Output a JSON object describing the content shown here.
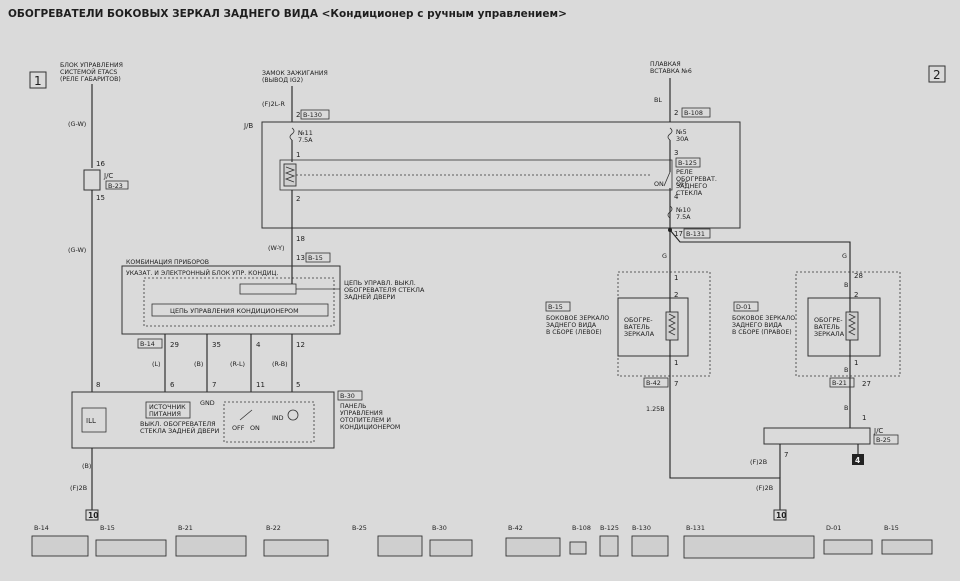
{
  "title": "ОБОГРЕВАТЕЛИ БОКОВЫХ ЗЕРКАЛ ЗАДНЕГО ВИДА <Кондиционер с ручным управлением>",
  "page_markers": [
    "1",
    "2"
  ],
  "sources": {
    "etacs_line1": "БЛОК УПРАВЛЕНИЯ",
    "etacs_line2": "СИСТЕМОЙ ETACS",
    "etacs_line3": "(РЕЛЕ ГАБАРИТОВ)",
    "ign_line1": "ЗАМОК ЗАЖИГАНИЯ",
    "ign_line2": "(ВЫВОД IG2)",
    "fuse_line1": "ПЛАВКАЯ",
    "fuse_line2": "ВСТАВКА №6"
  },
  "wires": {
    "gw": "(G-W)",
    "gw2": "(G-W)",
    "f2lr": "(F)2L-R",
    "wy": "(W-Y)",
    "bl": "BL",
    "g1": "G",
    "g2": "G",
    "b1": "B",
    "b2": "B",
    "b3": "B",
    "b4": "(B)",
    "l": "(L)",
    "bb": "(B)",
    "rl": "(R-L)",
    "rb": "(R-B)",
    "w125": "1.25B",
    "f2b1": "(F)2B",
    "f2b2": "(F)2B",
    "f2b3": "(F)2B"
  },
  "connectors": {
    "b23": "B-23",
    "b130": "B-130",
    "b108": "B-108",
    "b125": "B-125",
    "b131": "B-131",
    "b15a": "B-15",
    "b14": "B-14",
    "b15b": "B-15",
    "d01": "D-01",
    "b42": "B-42",
    "b21": "B-21",
    "b30": "B-30",
    "b25": "B-25",
    "jc1": "J/C",
    "jc2": "J/C",
    "jb": "J/B"
  },
  "pins": {
    "p16": "16",
    "p15": "15",
    "p2a": "2",
    "p1a": "1",
    "p2b": "2",
    "p18": "18",
    "p13": "13",
    "p3": "3",
    "p4": "4",
    "p17": "17",
    "p29": "29",
    "p35": "35",
    "p4b": "4",
    "p12": "12",
    "p8": "8",
    "p6": "6",
    "p7": "7",
    "p11": "11",
    "p5": "5",
    "p1l": "1",
    "p2l": "2",
    "p1l2": "1",
    "p7l": "7",
    "p28": "28",
    "p2r": "2",
    "p1r": "1",
    "p27": "27",
    "p1jc": "1",
    "p7jc": "7",
    "p2top": "2",
    "p1top": "1"
  },
  "fuses": {
    "f11_name": "№11",
    "f11_val": "7.5A",
    "f5_name": "№5",
    "f5_val": "30A",
    "f10_name": "№10",
    "f10_val": "7.5A"
  },
  "relay": {
    "line1": "РЕЛЕ",
    "line2": "ОБОГРЕВАТ.",
    "line3": "ЗАДНЕГО",
    "line4": "СТЕКЛА",
    "on": "ON",
    "off": "OFF"
  },
  "combo": {
    "title": "КОМБИНАЦИЯ ПРИБОРОВ",
    "subtitle": "УКАЗАТ. И ЭЛЕКТРОННЫЙ БЛОК УПР. КОНДИЦ.",
    "ctrl_line1": "ЦЕПЬ УПРАВЛ. ВЫКЛ.",
    "ctrl_line2": "ОБОГРЕВАТЕЛЯ СТЕКЛА",
    "ctrl_line3": "ЗАДНЕЙ ДВЕРИ",
    "ac_circuit": "ЦЕПЬ УПРАВЛЕНИЯ КОНДИЦИОНЕРОМ"
  },
  "panel": {
    "line1": "ПАНЕЛЬ",
    "line2": "УПРАВЛЕНИЯ",
    "line3": "ОТОПИТЕЛЕМ И",
    "line4": "КОНДИЦИОНЕРОМ",
    "ill": "ILL",
    "power1": "ИСТОЧНИК",
    "power2": "ПИТАНИЯ",
    "gnd": "GND",
    "switch1": "ВЫКЛ. ОБОГРЕВАТЕЛЯ",
    "switch2": "СТЕКЛА ЗАДНЕЙ ДВЕРИ",
    "sw_off": "OFF",
    "sw_on": "ON",
    "ind": "IND"
  },
  "mirror_left": {
    "line1": "БОКОВОЕ ЗЕРКАЛО",
    "line2": "ЗАДНЕГО ВИДА",
    "line3": "В СБОРЕ (ЛЕВОЕ)",
    "h1": "ОБОГРЕ-",
    "h2": "ВАТЕЛЬ",
    "h3": "ЗЕРКАЛА"
  },
  "mirror_right": {
    "line1": "БОКОВОЕ ЗЕРКАЛО",
    "line2": "ЗАДНЕГО ВИДА",
    "line3": "В СБОРЕ (ПРАВОЕ)",
    "h1": "ОБОГРЕ-",
    "h2": "ВАТЕЛЬ",
    "h3": "ЗЕРКАЛА"
  },
  "grounds": {
    "g10a": "10",
    "g10b": "10",
    "g4": "4"
  },
  "legend": [
    "B-14",
    "B-15",
    "B-21",
    "B-22",
    "B-25",
    "B-30",
    "B-42",
    "B-108",
    "B-125",
    "B-130",
    "B-131",
    "D-01",
    "B-15"
  ]
}
